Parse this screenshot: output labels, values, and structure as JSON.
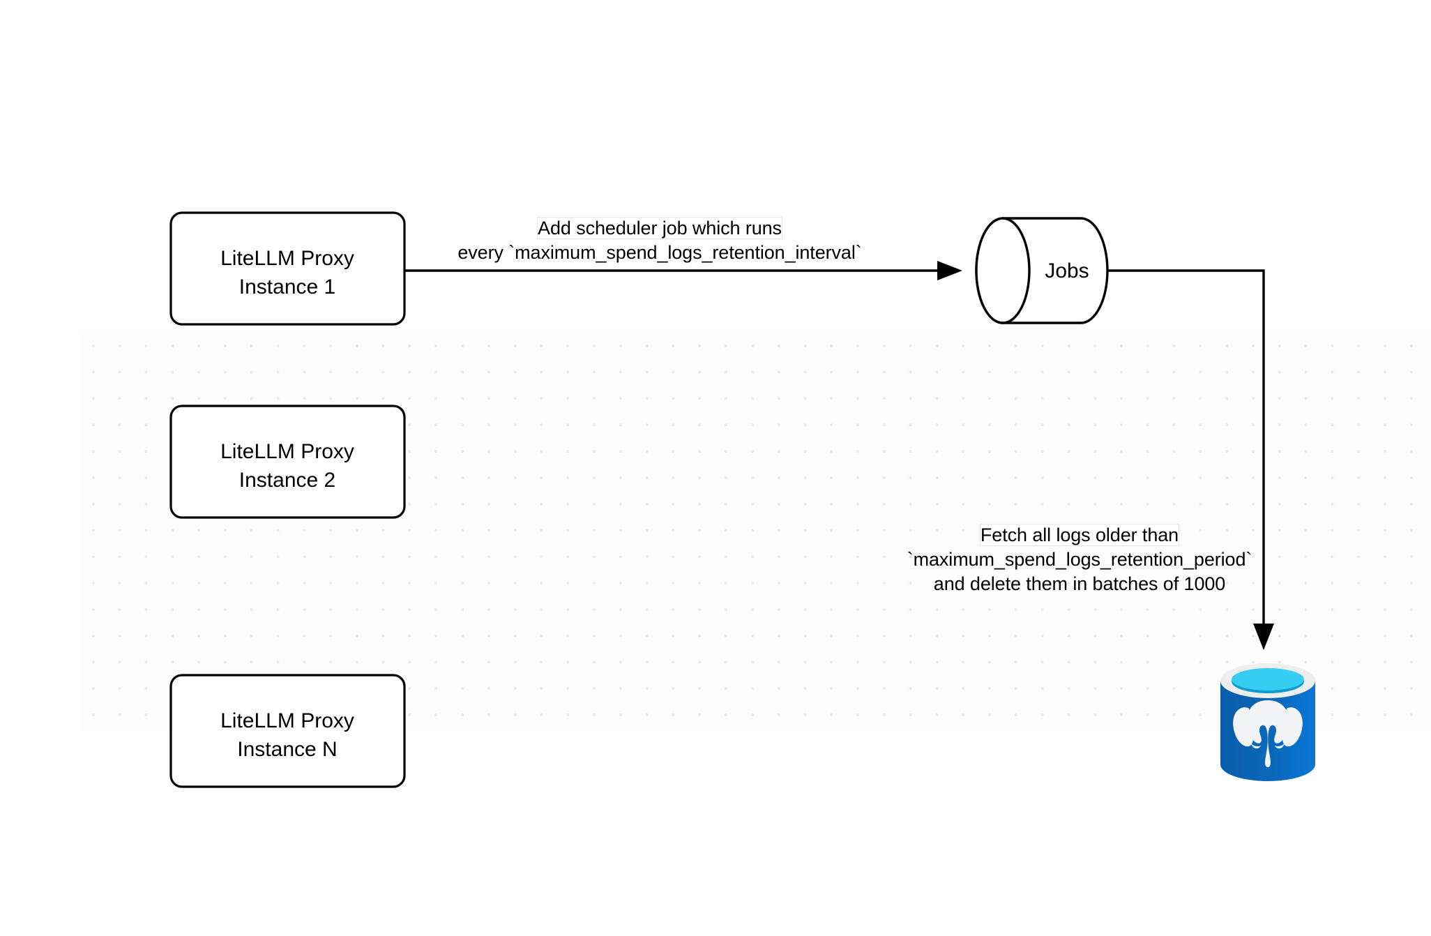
{
  "diagram": {
    "title": "LiteLLM spend logs retention scheduler flow",
    "background_color": "#ffffff",
    "grid_dot_color": "#e9e9e9",
    "line_color": "#000000",
    "nodes": [
      {
        "id": "proxy-1",
        "shape": "rounded-rect",
        "line1": "LiteLLM Proxy",
        "line2": "Instance 1"
      },
      {
        "id": "proxy-2",
        "shape": "rounded-rect",
        "line1": "LiteLLM Proxy",
        "line2": "Instance 2"
      },
      {
        "id": "proxy-n",
        "shape": "rounded-rect",
        "line1": "LiteLLM Proxy",
        "line2": "Instance N"
      },
      {
        "id": "jobs",
        "shape": "cylinder",
        "label": "Jobs"
      },
      {
        "id": "postgres",
        "shape": "database-icon",
        "label": "",
        "icon": "postgresql-database-icon",
        "colors": {
          "body_dark": "#0a5ca8",
          "body_light": "#0b72cc",
          "rim": "#eceef0",
          "top_fill": "#35cdf2",
          "top_shadow": "#0f9ad1",
          "elephant": "#f2f3f5"
        }
      }
    ],
    "edges": [
      {
        "id": "edge-proxy1-jobs",
        "from": "proxy-1",
        "to": "jobs",
        "label_lines": [
          "Add scheduler job which runs",
          "every `maximum_spend_logs_retention_interval`"
        ],
        "highlight_segment": "Add scheduler"
      },
      {
        "id": "edge-jobs-postgres",
        "from": "jobs",
        "to": "postgres",
        "label_lines": [
          "Fetch all logs older than",
          "`maximum_spend_logs_retention_period`",
          "and delete them in batches of 1000"
        ],
        "highlight_segment": "Fetch all logs older than"
      }
    ]
  }
}
